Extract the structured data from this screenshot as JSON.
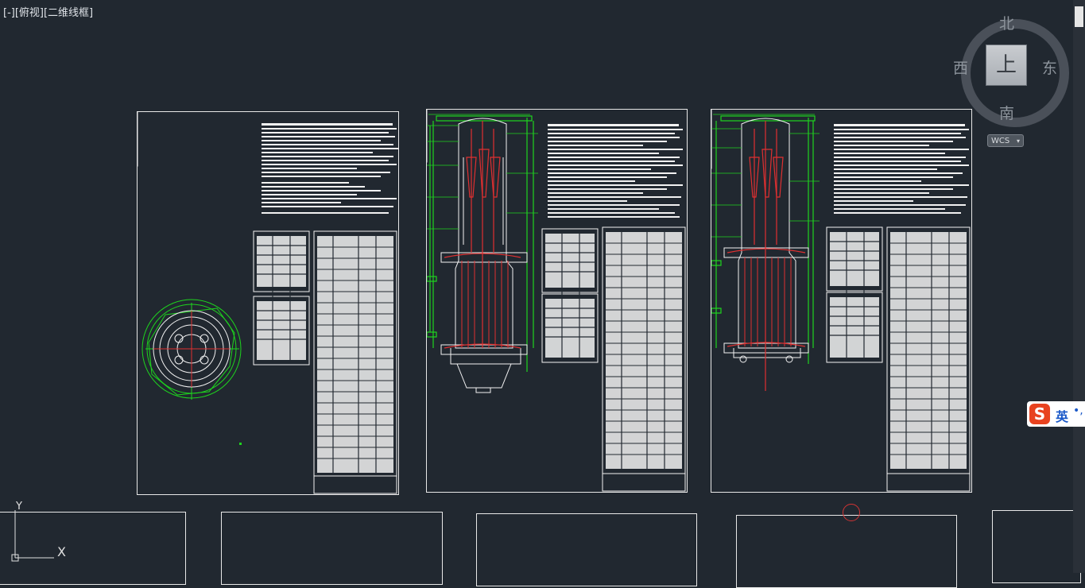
{
  "viewport": {
    "label": "[-][俯视][二维线框]"
  },
  "viewcube": {
    "north": "北",
    "south": "南",
    "east": "东",
    "west": "西",
    "top_face": "上",
    "wcs_label": "WCS"
  },
  "ime": {
    "logo": "S",
    "lang": "英",
    "dot": "•,"
  },
  "ucs": {
    "y_label": "Y",
    "x_label": "X"
  },
  "colors": {
    "background": "#212830",
    "sheet_border": "#e8e8e8",
    "drawing_green": "#1ed41e",
    "drawing_red": "#e03030",
    "drawing_white": "#f2f2f2"
  }
}
